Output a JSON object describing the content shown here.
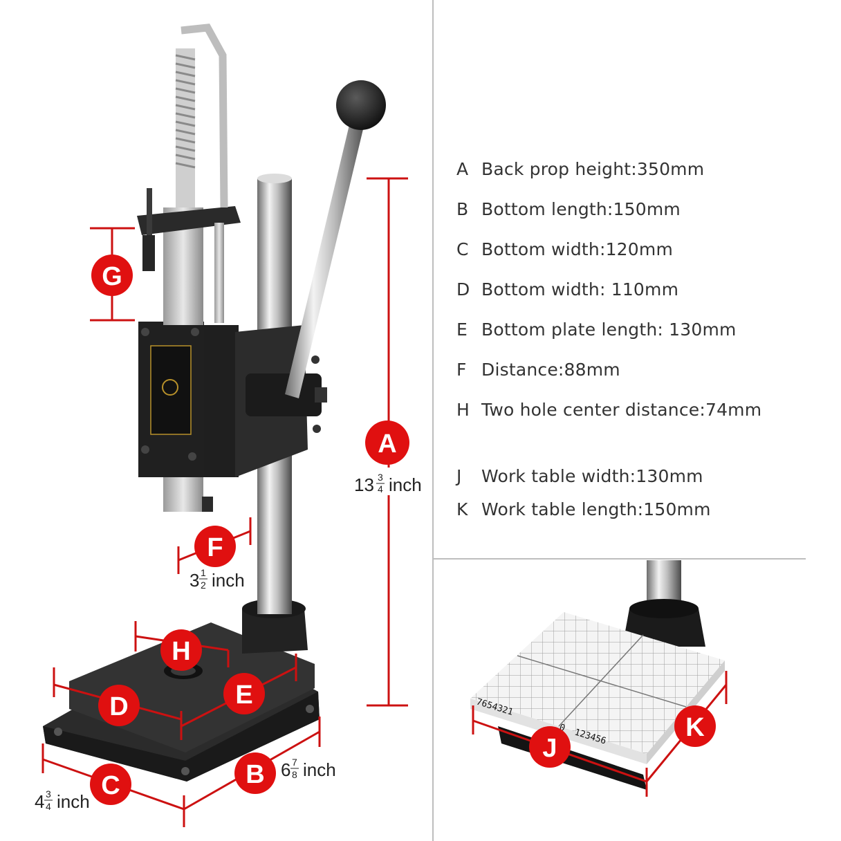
{
  "specs": [
    {
      "letter": "A",
      "text": "Back prop height:350mm"
    },
    {
      "letter": "B",
      "text": "Bottom length:150mm"
    },
    {
      "letter": "C",
      "text": "Bottom width:120mm"
    },
    {
      "letter": "D",
      "text": "Bottom width: 110mm"
    },
    {
      "letter": "E",
      "text": "Bottom plate length: 130mm"
    },
    {
      "letter": "F",
      "text": "Distance:88mm"
    },
    {
      "letter": "H",
      "text": "Two hole center distance:74mm"
    },
    {
      "letter": "J",
      "text": "Work table width:130mm"
    },
    {
      "letter": "K",
      "text": "Work table length:150mm"
    }
  ],
  "badges": {
    "a": "A",
    "b": "B",
    "c": "C",
    "d": "D",
    "e": "E",
    "f": "F",
    "g": "G",
    "h": "H",
    "j": "J",
    "k": "K"
  },
  "dims": {
    "a": {
      "whole": "13",
      "num": "3",
      "den": "4",
      "unit": "inch"
    },
    "f": {
      "whole": "3",
      "num": "1",
      "den": "2",
      "unit": "inch"
    },
    "b": {
      "whole": "6",
      "num": "7",
      "den": "8",
      "unit": "inch"
    },
    "c": {
      "whole": "4",
      "num": "3",
      "den": "4",
      "unit": "inch"
    }
  },
  "ruler": {
    "left": "7654321",
    "center": "0",
    "right": "123456"
  },
  "colors": {
    "accent": "#e01010",
    "dimline": "#cc1111",
    "divider": "#bdbdbd",
    "metal": "#2a2a2a"
  },
  "icons": [
    "press-machine-illustration",
    "work-table-illustration",
    "dimension-badge"
  ]
}
